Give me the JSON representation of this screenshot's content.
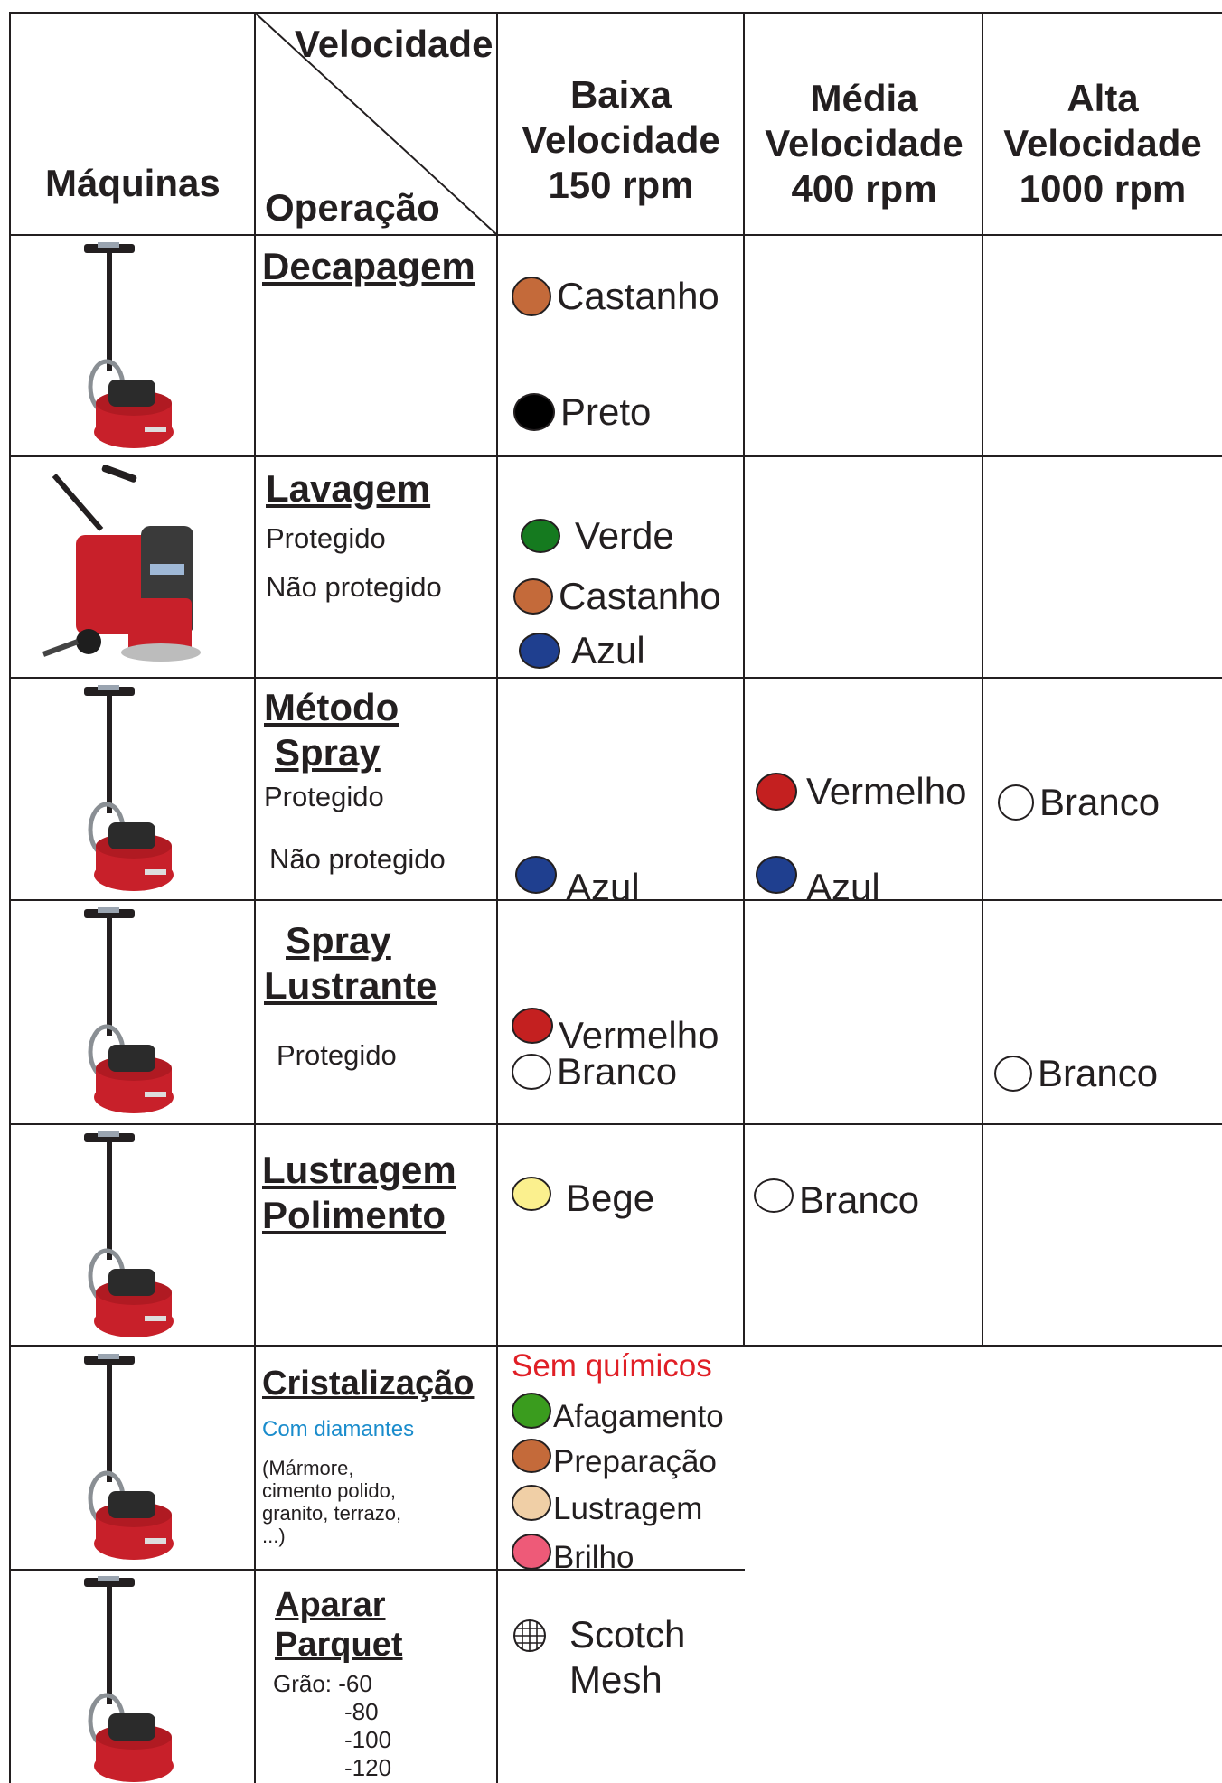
{
  "header": {
    "machines": "Máquinas",
    "speed": "Velocidade",
    "operation": "Operação",
    "low": [
      "Baixa",
      "Velocidade",
      "150 rpm"
    ],
    "mid": [
      "Média",
      "Velocidade",
      "400 rpm"
    ],
    "high": [
      "Alta",
      "Velocidade",
      "1000 rpm"
    ]
  },
  "colors": {
    "castanho": "#c46a3a",
    "preto": "#000000",
    "verde": "#157a1f",
    "azul": "#1f3f8f",
    "vermelho": "#c42020",
    "branco": "#ffffff",
    "bege": "#fbf08e",
    "afagamento": "#3a9c1e",
    "lustragem_cr": "#f0cfa6",
    "brilho": "#ee5a78",
    "sem_quimicos": "#e01f26",
    "com_diamantes": "#1a8ccc",
    "machine_red": "#c8202a"
  },
  "rows": {
    "decapagem": {
      "title": "Decapagem",
      "low": [
        {
          "label": "Castanho",
          "color": "#c46a3a"
        },
        {
          "label": "Preto",
          "color": "#000000"
        }
      ]
    },
    "lavagem": {
      "title": "Lavagem",
      "sub1": "Protegido",
      "sub2": "Não protegido",
      "low": [
        {
          "label": "Verde",
          "color": "#157a1f"
        },
        {
          "label": "Castanho",
          "color": "#c46a3a"
        },
        {
          "label": "Azul",
          "color": "#1f3f8f"
        }
      ]
    },
    "metodo_spray": {
      "title1": "Método",
      "title2": "Spray",
      "sub1": "Protegido",
      "sub2": "Não protegido",
      "low": [
        {
          "label": "Azul",
          "color": "#1f3f8f"
        }
      ],
      "mid": [
        {
          "label": "Vermelho",
          "color": "#c42020"
        },
        {
          "label": "Azul",
          "color": "#1f3f8f"
        }
      ],
      "high": [
        {
          "label": "Branco",
          "color": "#ffffff"
        }
      ]
    },
    "spray_lustrante": {
      "title1": "Spray",
      "title2": "Lustrante",
      "sub1": "Protegido",
      "low": [
        {
          "label": "Vermelho",
          "color": "#c42020"
        },
        {
          "label": "Branco",
          "color": "#ffffff"
        }
      ],
      "high": [
        {
          "label": "Branco",
          "color": "#ffffff"
        }
      ]
    },
    "lustragem": {
      "title1": "Lustragem",
      "title2": "Polimento",
      "low": [
        {
          "label": "Bege",
          "color": "#fbf08e"
        }
      ],
      "mid": [
        {
          "label": "Branco",
          "color": "#ffffff"
        }
      ]
    },
    "cristalizacao": {
      "title": "Cristalização",
      "sub_blue": "Com diamantes",
      "note": [
        "(Mármore,",
        "cimento polido,",
        "granito, terrazo,",
        "...)"
      ],
      "sem_quimicos": "Sem químicos",
      "low": [
        {
          "label": "Afagamento",
          "color": "#3a9c1e"
        },
        {
          "label": "Preparação",
          "color": "#c46a3a"
        },
        {
          "label": "Lustragem",
          "color": "#f0cfa6"
        },
        {
          "label": "Brilho",
          "color": "#ee5a78"
        }
      ]
    },
    "parquet": {
      "title1": "Aparar",
      "title2": "Parquet",
      "grain_label": "Grão:",
      "grains": [
        "-60",
        "-80",
        "-100",
        "-120"
      ],
      "low": [
        "Scotch",
        "Mesh"
      ],
      "mesh_icon": "mesh-disc-icon"
    }
  }
}
